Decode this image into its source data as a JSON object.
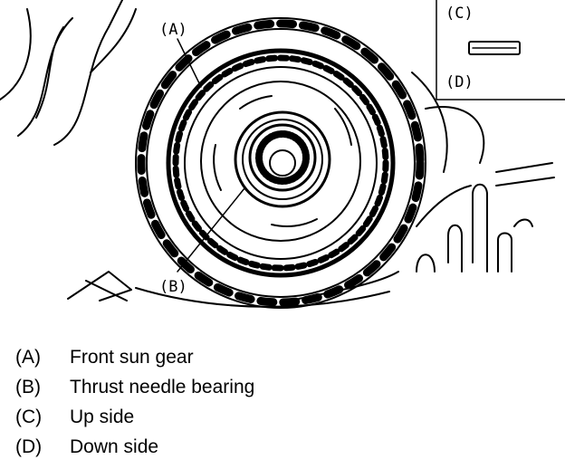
{
  "figure": {
    "callouts": {
      "a": "(A)",
      "b": "(B)",
      "c": "(C)",
      "d": "(D)"
    }
  },
  "legend": [
    {
      "key": "(A)",
      "text": "Front sun gear"
    },
    {
      "key": "(B)",
      "text": "Thrust needle bearing"
    },
    {
      "key": "(C)",
      "text": "Up side"
    },
    {
      "key": "(D)",
      "text": "Down side"
    }
  ]
}
